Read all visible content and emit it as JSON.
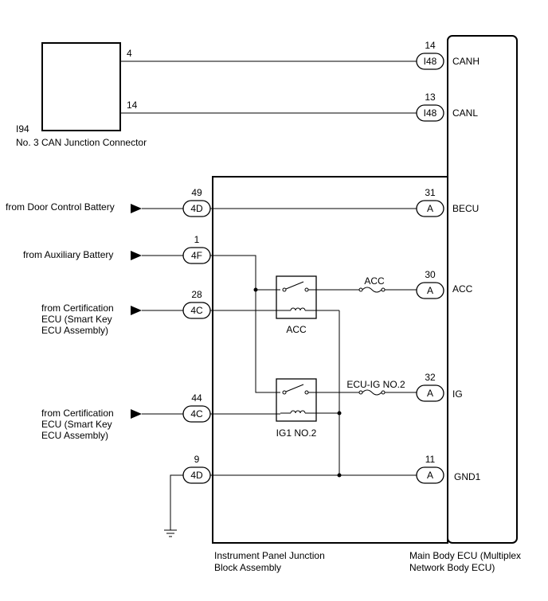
{
  "connector_i94": {
    "code": "I94",
    "name": "No. 3 CAN Junction Connector",
    "pin_canh": "4",
    "pin_canl": "14"
  },
  "main_ecu": {
    "name_line1": "Main Body ECU (Multiplex",
    "name_line2": "Network Body ECU)",
    "terminals": [
      {
        "pin": "14",
        "connector": "I48",
        "signal": "CANH"
      },
      {
        "pin": "13",
        "connector": "I48",
        "signal": "CANL"
      },
      {
        "pin": "31",
        "connector": "A",
        "signal": "BECU"
      },
      {
        "pin": "30",
        "connector": "A",
        "signal": "ACC"
      },
      {
        "pin": "32",
        "connector": "A",
        "signal": "IG"
      },
      {
        "pin": "11",
        "connector": "A",
        "signal": "GND1"
      }
    ]
  },
  "junction_block": {
    "name_line1": "Instrument Panel Junction",
    "name_line2": "Block Assembly",
    "inputs": [
      {
        "pin": "49",
        "connector": "4D"
      },
      {
        "pin": "1",
        "connector": "4F"
      },
      {
        "pin": "28",
        "connector": "4C"
      },
      {
        "pin": "44",
        "connector": "4C"
      },
      {
        "pin": "9",
        "connector": "4D"
      }
    ],
    "relays": [
      {
        "label": "ACC"
      },
      {
        "label": "IG1 NO.2"
      }
    ],
    "fuses": [
      {
        "label": "ACC"
      },
      {
        "label": "ECU-IG NO.2"
      }
    ]
  },
  "sources": {
    "door_battery": "from Door Control Battery",
    "aux_battery": "from Auxiliary Battery",
    "cert_ecu_1": [
      "from Certification",
      "ECU (Smart Key",
      "ECU Assembly)"
    ],
    "cert_ecu_2": [
      "from Certification",
      "ECU (Smart Key",
      "ECU Assembly)"
    ]
  }
}
